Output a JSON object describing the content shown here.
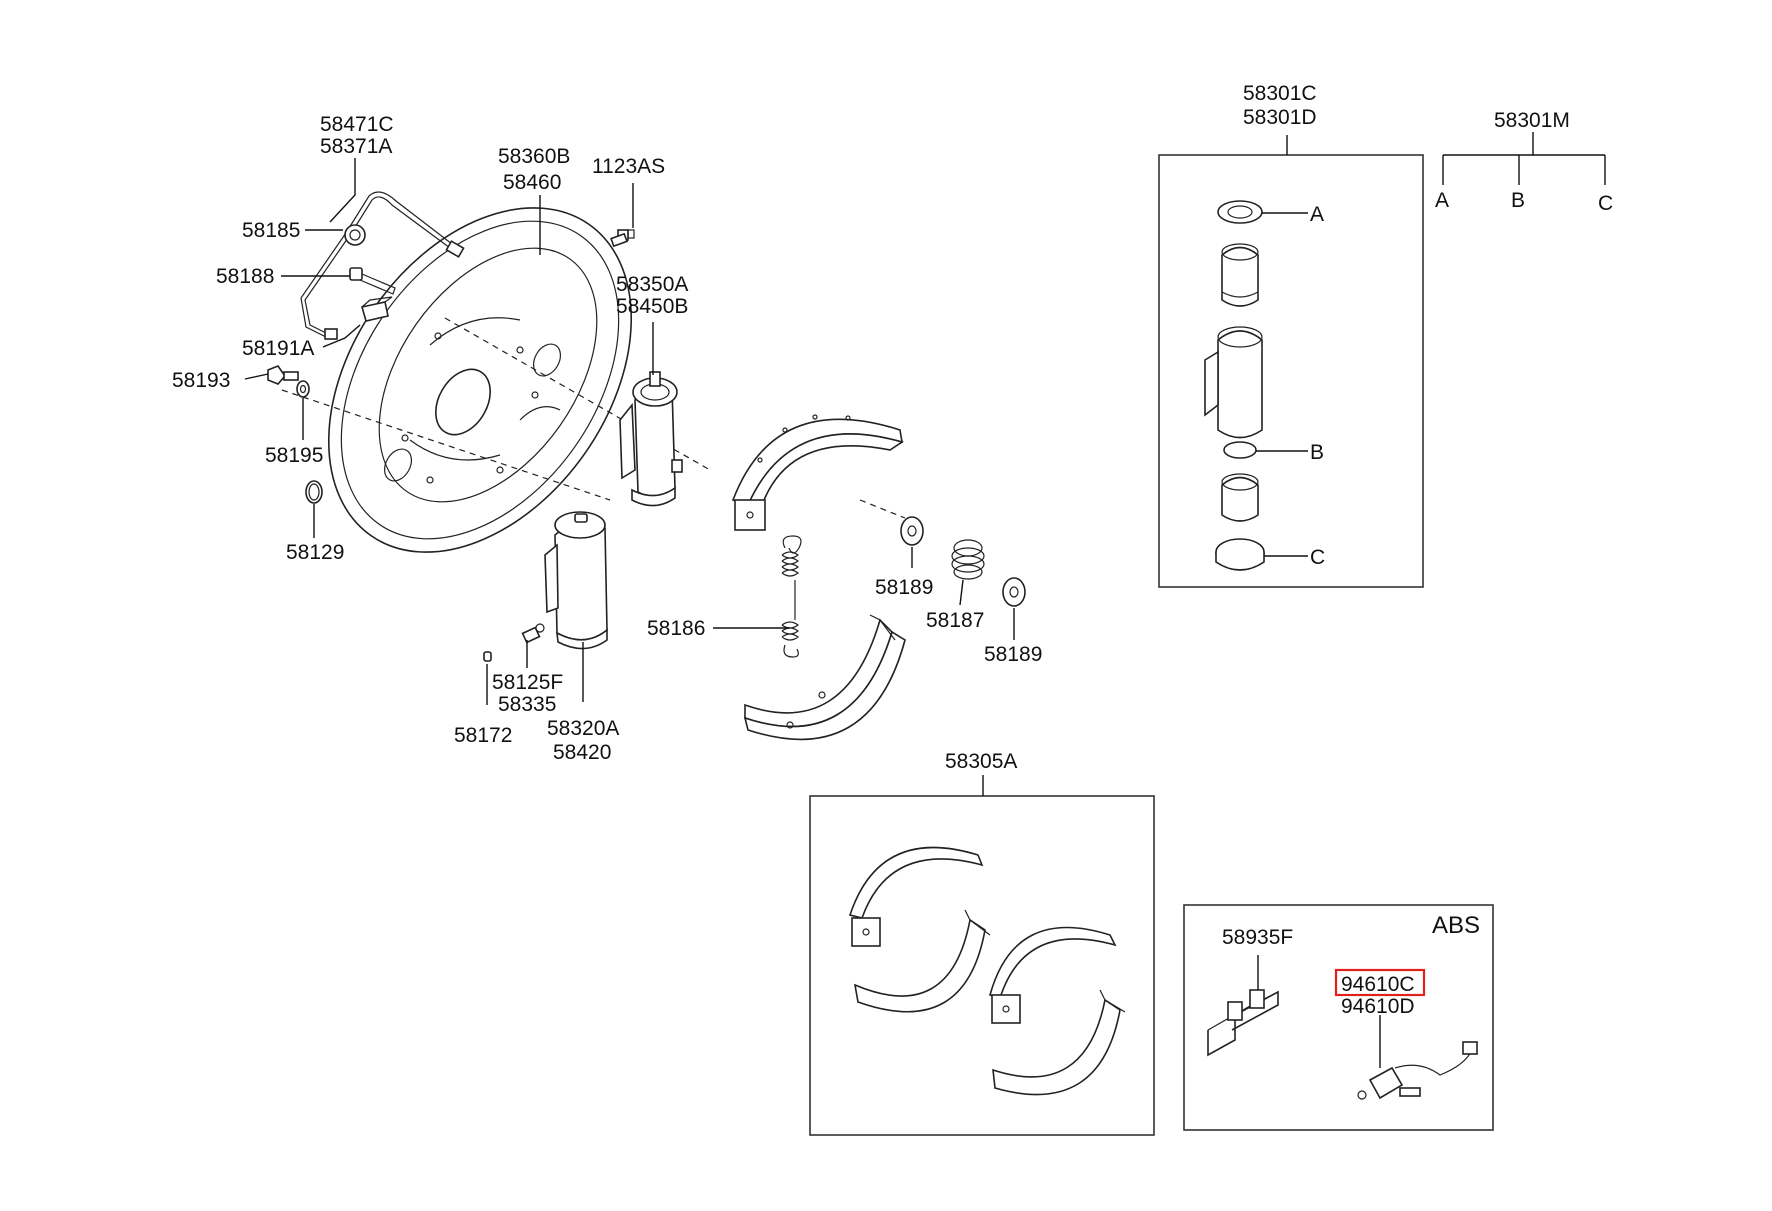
{
  "labels": {
    "p58471C": "58471C",
    "p58371A": "58371A",
    "p58185": "58185",
    "p58188": "58188",
    "p58191A": "58191A",
    "p58193": "58193",
    "p58195": "58195",
    "p58129": "58129",
    "p58360B": "58360B",
    "p58460": "58460",
    "p1123AS": "1123AS",
    "p58350A": "58350A",
    "p58450B": "58450B",
    "p58125F": "58125F",
    "p58335": "58335",
    "p58172": "58172",
    "p58320A": "58320A",
    "p58420": "58420",
    "p58186": "58186",
    "p58189a": "58189",
    "p58187": "58187",
    "p58189b": "58189",
    "p58301C": "58301C",
    "p58301D": "58301D",
    "p58301M": "58301M",
    "kitA": "A",
    "kitB": "B",
    "kitC": "C",
    "treeA": "A",
    "treeB": "B",
    "treeC": "C",
    "p58305A": "58305A",
    "abs": "ABS",
    "p58935F": "58935F",
    "p94610C": "94610C",
    "p94610D": "94610D"
  },
  "colors": {
    "line": "#222222",
    "highlight": "#e0201b",
    "background": "#ffffff"
  },
  "highlighted_part": "94610C"
}
